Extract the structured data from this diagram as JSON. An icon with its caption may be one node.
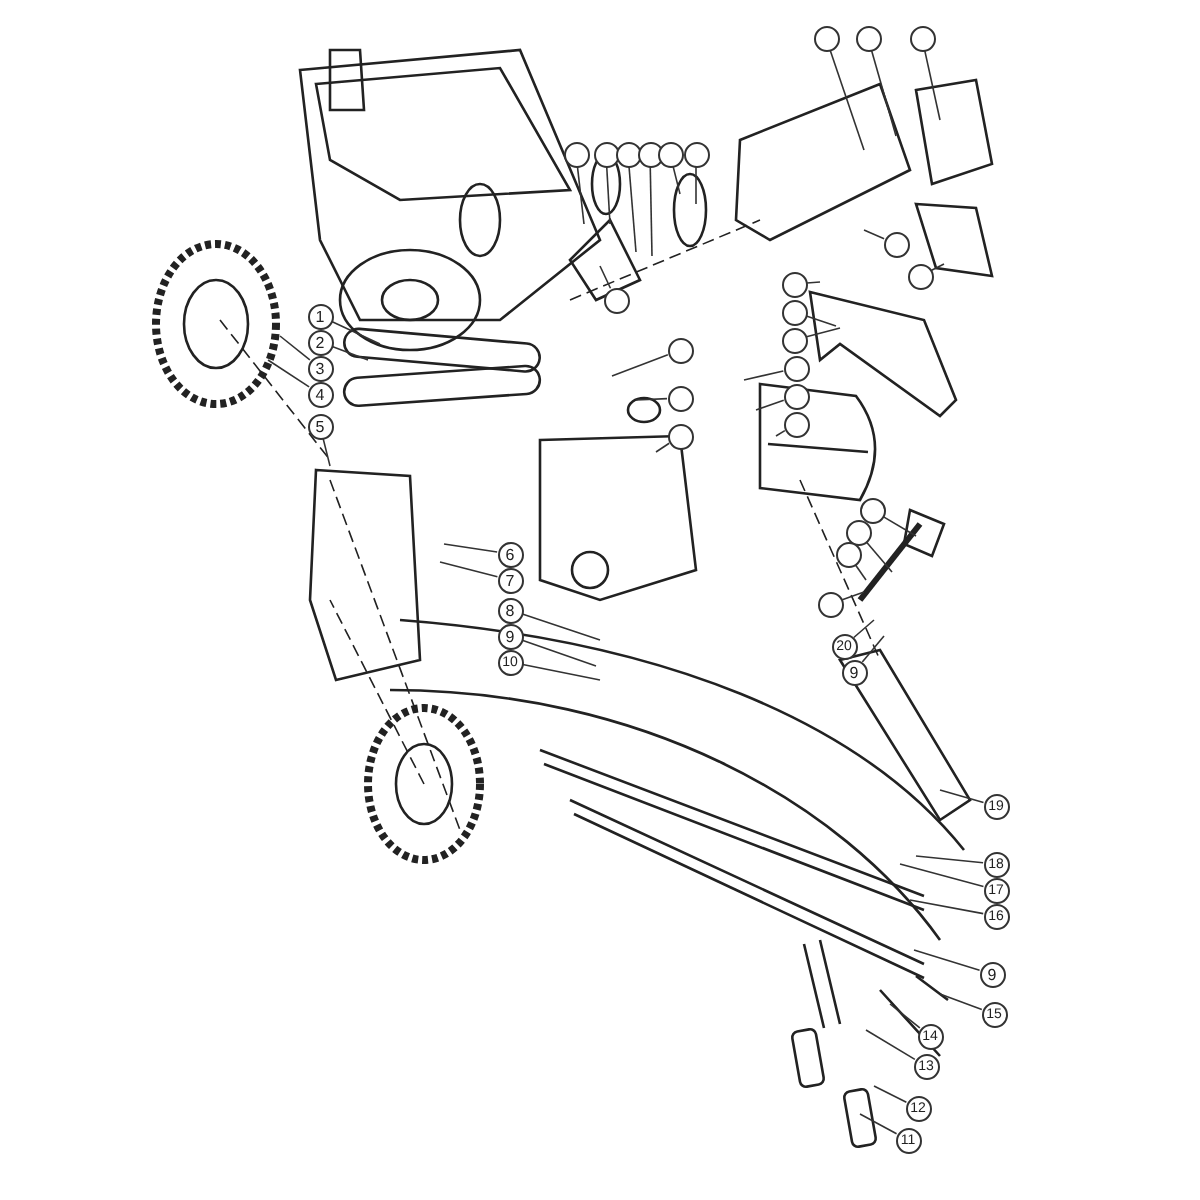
{
  "diagram": {
    "nodes": [
      {
        "text": [],
        "shape": "circle"
      },
      {
        "text": [],
        "shape": "circle"
      },
      {
        "text": [],
        "shape": "circle"
      },
      {
        "text": [],
        "shape": "circle"
      },
      {
        "text": [],
        "shape": "circle"
      },
      {
        "text": [],
        "shape": "circle"
      },
      {
        "text": [],
        "shape": "circle"
      },
      {
        "text": [],
        "shape": "circle"
      },
      {
        "text": [],
        "shape": "circle"
      },
      {
        "text": [],
        "shape": "circle"
      },
      {
        "text": [],
        "shape": "circle"
      },
      {
        "text": [],
        "shape": "circle"
      },
      {
        "text": [],
        "shape": "circle"
      },
      {
        "text": [],
        "shape": "circle"
      },
      {
        "text": [],
        "shape": "circle"
      },
      {
        "text": [],
        "shape": "circle"
      },
      {
        "text": [],
        "shape": "circle"
      },
      {
        "text": [],
        "shape": "circle"
      },
      {
        "text": [
          "1"
        ]
      },
      {
        "text": [
          "2"
        ]
      },
      {
        "text": [
          "3"
        ]
      },
      {
        "text": [
          "4"
        ]
      },
      {
        "text": [
          "5"
        ]
      },
      {
        "text": [],
        "shape": "circle"
      },
      {
        "text": [],
        "shape": "circle"
      },
      {
        "text": [],
        "shape": "circle"
      },
      {
        "text": [],
        "shape": "circle"
      },
      {
        "text": [],
        "shape": "circle"
      },
      {
        "text": [],
        "shape": "circle"
      },
      {
        "text": [],
        "shape": "circle"
      },
      {
        "text": [
          "6"
        ]
      },
      {
        "text": [
          "7"
        ]
      },
      {
        "text": [
          "8"
        ]
      },
      {
        "text": [
          "9"
        ]
      },
      {
        "text": [
          "10"
        ]
      },
      {
        "text": [
          "20"
        ]
      },
      {
        "text": [
          "9"
        ]
      },
      {
        "text": [
          "19"
        ]
      },
      {
        "text": [
          "18"
        ]
      },
      {
        "text": [
          "17"
        ]
      },
      {
        "text": [
          "16"
        ]
      },
      {
        "text": [
          "9"
        ]
      },
      {
        "text": [
          "15"
        ]
      },
      {
        "text": [
          "14"
        ]
      },
      {
        "text": [
          "13"
        ]
      },
      {
        "text": [
          "12"
        ]
      },
      {
        "text": [
          "11"
        ]
      }
    ],
    "edges": [
      {
        "from": 0,
        "to": null,
        "arrow": "none"
      },
      {
        "from": 1,
        "to": null,
        "arrow": "none"
      },
      {
        "from": 2,
        "to": null,
        "arrow": "none"
      },
      {
        "from": 3,
        "to": null,
        "arrow": "none"
      },
      {
        "from": 4,
        "to": null,
        "arrow": "none"
      },
      {
        "from": 5,
        "to": null,
        "arrow": "none"
      },
      {
        "from": 6,
        "to": null,
        "arrow": "none"
      },
      {
        "from": 7,
        "to": null,
        "arrow": "none"
      },
      {
        "from": 8,
        "to": null,
        "arrow": "none"
      },
      {
        "from": 9,
        "to": null,
        "arrow": "none"
      },
      {
        "from": 10,
        "to": null,
        "arrow": "none"
      },
      {
        "from": 11,
        "to": null,
        "arrow": "none"
      },
      {
        "from": 12,
        "to": null,
        "arrow": "none"
      },
      {
        "from": 13,
        "to": null,
        "arrow": "none"
      },
      {
        "from": 14,
        "to": null,
        "arrow": "none"
      },
      {
        "from": 15,
        "to": null,
        "arrow": "none"
      },
      {
        "from": 16,
        "to": null,
        "arrow": "none"
      },
      {
        "from": 17,
        "to": null,
        "arrow": "none"
      },
      {
        "from": 18,
        "to": null,
        "arrow": "none"
      },
      {
        "from": 19,
        "to": null,
        "arrow": "none"
      },
      {
        "from": 20,
        "to": null,
        "arrow": "none"
      },
      {
        "from": 21,
        "to": null,
        "arrow": "none"
      },
      {
        "from": 22,
        "to": null,
        "arrow": "none"
      },
      {
        "from": 23,
        "to": null,
        "arrow": "none"
      },
      {
        "from": 24,
        "to": null,
        "arrow": "none"
      },
      {
        "from": 25,
        "to": null,
        "arrow": "none"
      },
      {
        "from": 26,
        "to": null,
        "arrow": "none"
      },
      {
        "from": 27,
        "to": null,
        "arrow": "none"
      },
      {
        "from": 28,
        "to": null,
        "arrow": "none"
      },
      {
        "from": 29,
        "to": null,
        "arrow": "none"
      },
      {
        "from": 30,
        "to": null,
        "arrow": "none"
      },
      {
        "from": 31,
        "to": null,
        "arrow": "none"
      },
      {
        "from": 32,
        "to": null,
        "arrow": "none"
      },
      {
        "from": 33,
        "to": null,
        "arrow": "none"
      },
      {
        "from": 34,
        "to": null,
        "arrow": "none"
      },
      {
        "from": 35,
        "to": null,
        "arrow": "none"
      },
      {
        "from": 36,
        "to": null,
        "arrow": "none"
      },
      {
        "from": 37,
        "to": null,
        "arrow": "none"
      },
      {
        "from": 38,
        "to": null,
        "arrow": "none"
      },
      {
        "from": 39,
        "to": null,
        "arrow": "none"
      },
      {
        "from": 40,
        "to": null,
        "arrow": "none"
      },
      {
        "from": 41,
        "to": null,
        "arrow": "none"
      },
      {
        "from": 42,
        "to": null,
        "arrow": "none"
      },
      {
        "from": 43,
        "to": null,
        "arrow": "none"
      },
      {
        "from": 44,
        "to": null,
        "arrow": "none"
      },
      {
        "from": 45,
        "to": null,
        "arrow": "none"
      },
      {
        "from": 46,
        "to": null,
        "arrow": "none"
      }
    ]
  }
}
